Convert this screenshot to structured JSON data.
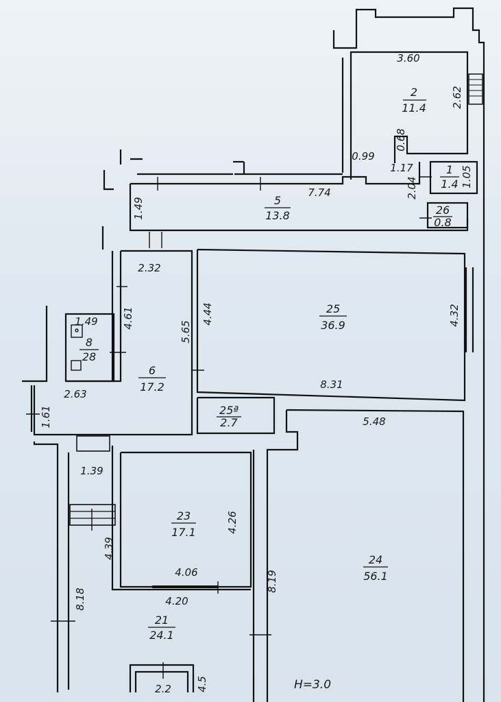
{
  "plan": {
    "height_note": "H=3.0",
    "rooms": [
      {
        "id": "1",
        "number": "1",
        "area": "1.4"
      },
      {
        "id": "2",
        "number": "2",
        "area": "11.4"
      },
      {
        "id": "5",
        "number": "5",
        "area": "13.8"
      },
      {
        "id": "6",
        "number": "6",
        "area": "17.2"
      },
      {
        "id": "8",
        "number": "8",
        "area": "28"
      },
      {
        "id": "21",
        "number": "21",
        "area": "24.1"
      },
      {
        "id": "23",
        "number": "23",
        "area": "17.1"
      },
      {
        "id": "24",
        "number": "24",
        "area": "56.1"
      },
      {
        "id": "25",
        "number": "25",
        "area": "36.9"
      },
      {
        "id": "25a",
        "number": "25ª",
        "area": "2.7"
      },
      {
        "id": "26",
        "number": "26",
        "area": "0.8"
      }
    ],
    "dimensions": [
      "3.60",
      "2.62",
      "0.68",
      "0.99",
      "1.17",
      "1.05",
      "2.04",
      "7.74",
      "1.49",
      "2.32",
      "4.61",
      "5.65",
      "4.44",
      "4.32",
      "8.31",
      "1.49",
      "2.63",
      "1.61",
      "5.48",
      "1.39",
      "4.39",
      "4.26",
      "4.06",
      "4.20",
      "8.19",
      "8.18",
      "2.2",
      "4.5"
    ]
  }
}
